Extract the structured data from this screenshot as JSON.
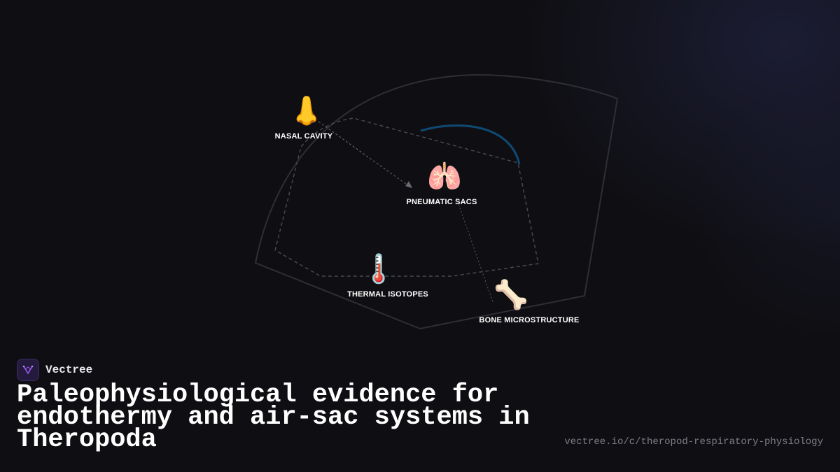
{
  "brand": {
    "name": "Vectree",
    "logo_icon": "vectree-logo-icon",
    "logo_color": "#9b5cf0"
  },
  "title": "Paleophysiological evidence for endothermy and air-sac systems in Theropoda",
  "url": "vectree.io/c/theropod-respiratory-physiology",
  "diagram": {
    "nodes": [
      {
        "id": "nasal",
        "icon": "👃",
        "icon_name": "nose-icon",
        "label": "NASAL CAVITY"
      },
      {
        "id": "pneumatic",
        "icon": "🫁",
        "icon_name": "lungs-icon",
        "label": "PNEUMATIC SACS"
      },
      {
        "id": "thermal",
        "icon": "🌡️",
        "icon_name": "thermometer-icon",
        "label": "THERMAL ISOTOPES"
      },
      {
        "id": "bone",
        "icon": "🦴",
        "icon_name": "bone-icon",
        "label": "BONE MICROSTRUCTURE"
      }
    ],
    "connections": [
      {
        "from": "nasal",
        "to": "pneumatic",
        "arrow": true
      },
      {
        "from": "pneumatic",
        "to": "bone",
        "arrow": false
      }
    ],
    "colors": {
      "outline": "#2e2e34",
      "dashed": "#4a4a52",
      "arc_accent": "#0e4a73",
      "connector": "#6a6a72"
    }
  }
}
